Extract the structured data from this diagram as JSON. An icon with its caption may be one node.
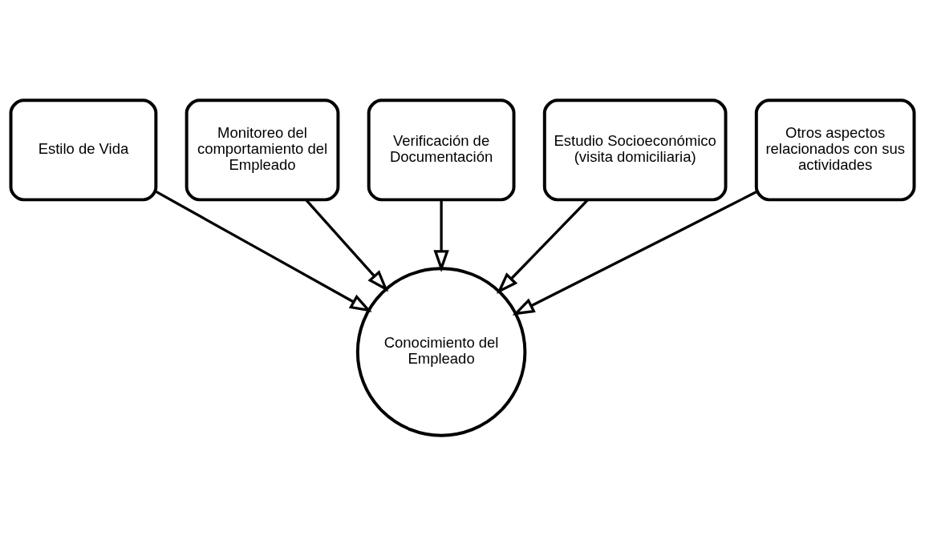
{
  "diagram": {
    "nodes": [
      {
        "text": [
          "Verificación de Documentación"
        ]
      },
      {
        "text": [
          "Monitoreo del comportamiento del Empleado"
        ]
      },
      {
        "text": [
          "Estudio Socioeconómico (visita domiciliaria)"
        ]
      },
      {
        "text": [
          "Estilo de Vida"
        ]
      },
      {
        "text": [
          "Conocimiento del Empleado"
        ]
      },
      {
        "text": [
          "Otros aspectos relacionados con sus actividades"
        ]
      }
    ],
    "edges": [
      {
        "from": 0,
        "to": 4,
        "arrow": "to"
      },
      {
        "from": 1,
        "to": 4,
        "arrow": "to"
      },
      {
        "from": 2,
        "to": 4,
        "arrow": "to"
      },
      {
        "from": 3,
        "to": 4,
        "arrow": "to"
      },
      {
        "from": 5,
        "to": 4,
        "arrow": "to"
      }
    ]
  }
}
